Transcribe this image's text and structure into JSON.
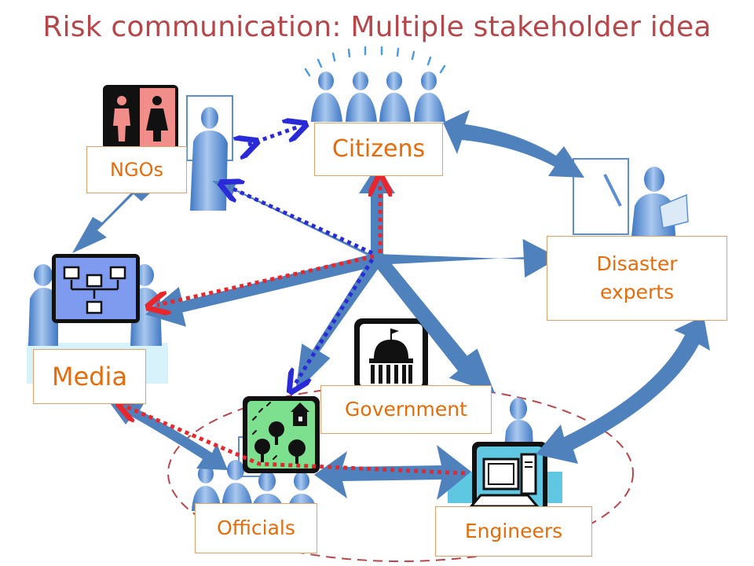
{
  "title": "Risk communication: Multiple stakeholder idea",
  "stakeholders": {
    "citizens": "Citizens",
    "ngos": "NGOs",
    "disaster_experts": "Disaster experts",
    "media": "Media",
    "government": "Government",
    "officials": "Officials",
    "engineers": "Engineers"
  },
  "colors": {
    "title": "#b5474b",
    "label_text": "#e46c0a",
    "label_border": "#e0a06a",
    "arrow_blue": "#4f81bd",
    "dotted_red": "#e8262b",
    "dotted_blue": "#2a2ad8",
    "ellipse_dashed": "#b5474b",
    "figure_blue": "#5b8fd1"
  }
}
